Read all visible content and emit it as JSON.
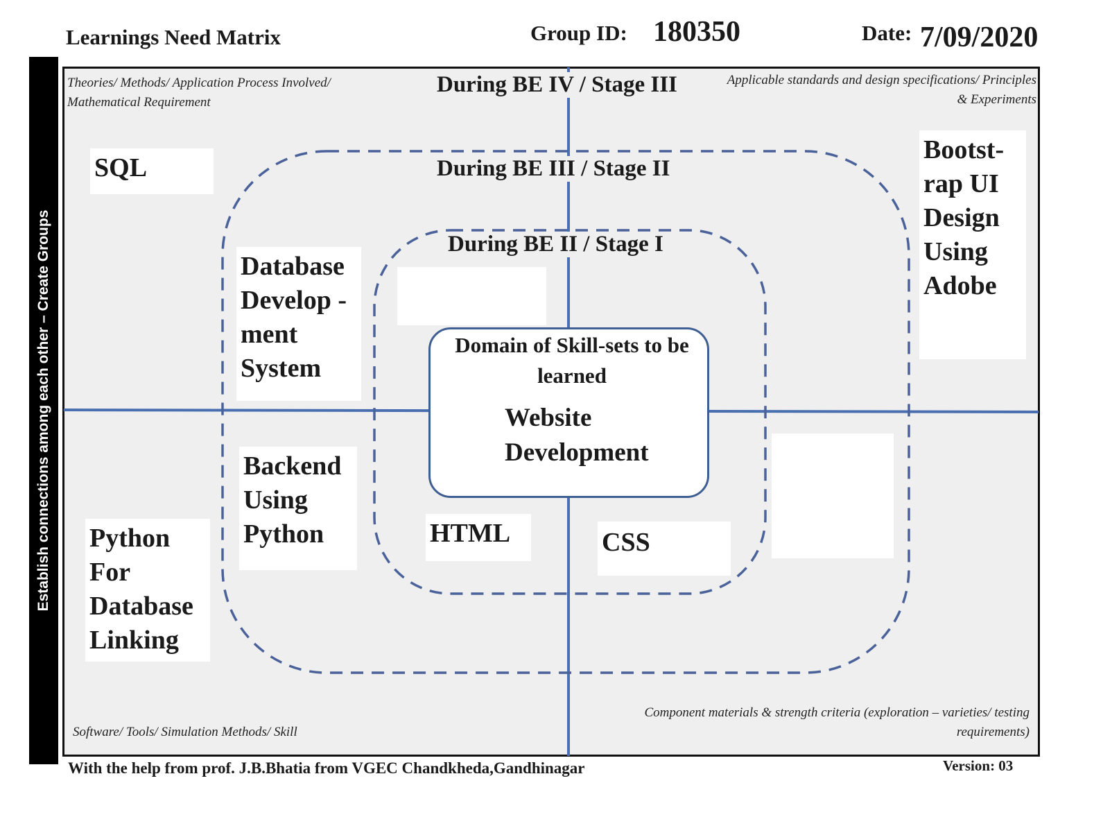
{
  "header": {
    "title": "Learnings Need Matrix",
    "group_id_label": "Group ID:",
    "group_id": "180350",
    "date_label": "Date:",
    "date": "7/09/2020"
  },
  "sidebar_text": "Establish connections among each other – Create Groups",
  "corner_notes": {
    "top_left": "Theories/ Methods/ Application Process Involved/ Mathematical Requirement",
    "top_right": "Applicable standards and design specifications/ Principles & Experiments",
    "bottom_left": "Software/ Tools/ Simulation Methods/ Skill",
    "bottom_right": "Component materials & strength criteria (exploration – varieties/ testing requirements)"
  },
  "stages": {
    "outer": "During BE IV / Stage III",
    "middle": "During BE III / Stage II",
    "inner": "During BE II / Stage I"
  },
  "center": {
    "heading": "Domain of Skill-sets to be learned",
    "domain": "Website Development"
  },
  "skills": {
    "sql": "SQL",
    "bootstrap": "Bootst- rap UI Design Using Adobe",
    "database": "Database Develop - ment System",
    "backend": "Backend Using Python",
    "python": "Python For Database Linking",
    "html": "HTML",
    "css": "CSS"
  },
  "footer": {
    "credit": "With the help from prof. J.B.Bhatia from VGEC Chandkheda,Gandhinagar",
    "version": "Version: 03"
  },
  "colors": {
    "axis": "#4a6fb0",
    "dash": "#4a6299",
    "sidebar": "#000000",
    "matrix_bg": "#efefef"
  }
}
